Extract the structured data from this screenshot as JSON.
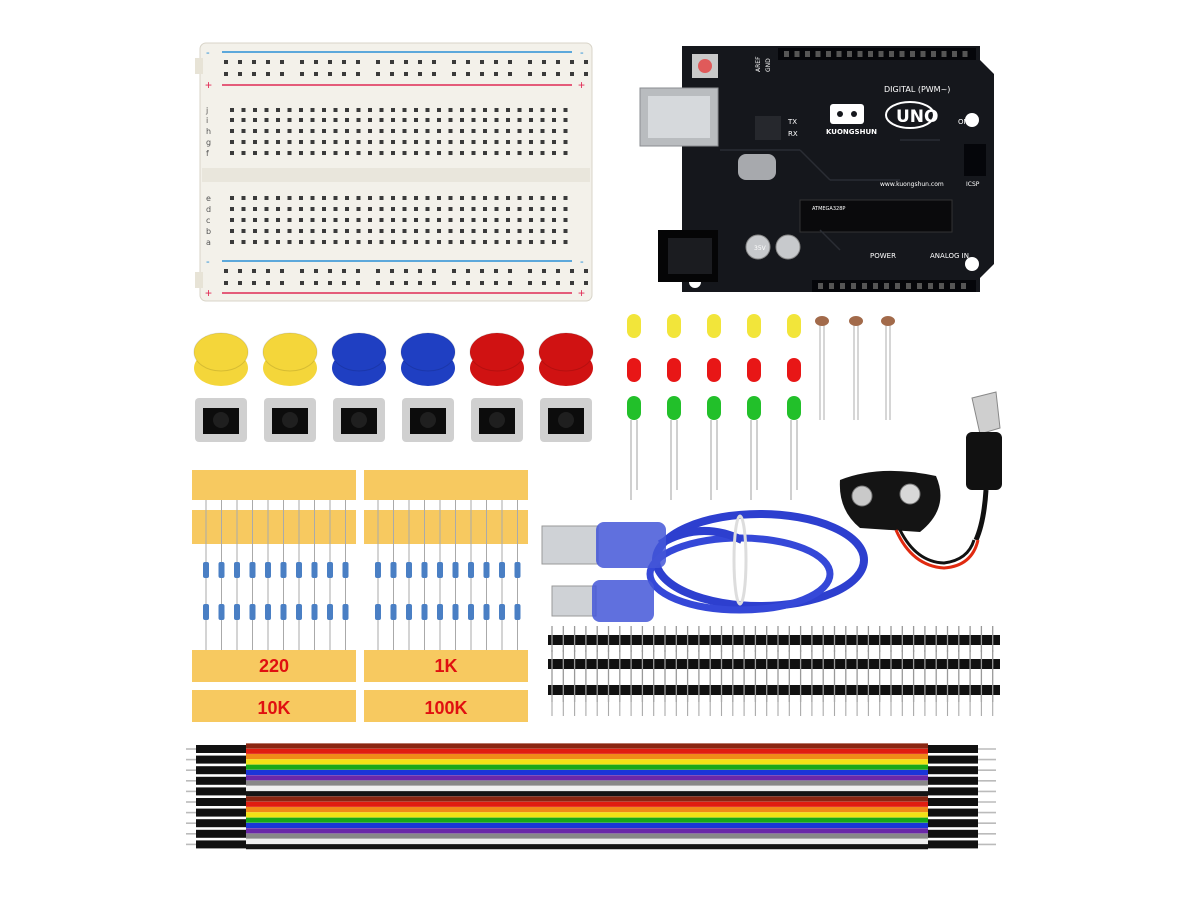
{
  "resistor_labels": [
    "220",
    "1K",
    "10K",
    "100K"
  ],
  "board": {
    "brand": "KUONGSHUN",
    "model": "UNO",
    "digital": "DIGITAL (PWM~)",
    "on": "ON",
    "tx": "TX",
    "rx": "RX",
    "icsp": "ICSP",
    "power": "POWER",
    "analog": "ANALOG IN",
    "website": "www.kuongshun.com",
    "aref": "AREF",
    "gnd": "GND",
    "chip": "ATMEGA328P",
    "cap": "35V"
  },
  "breadboard": {
    "row_letters_top": [
      "j",
      "i",
      "h",
      "g",
      "f"
    ],
    "row_letters_bottom": [
      "e",
      "d",
      "c",
      "b",
      "a"
    ],
    "columns": 30
  },
  "colors": {
    "breadboard": "#f3f1ea",
    "board": "#121419",
    "resistor_tape": "#f7c960",
    "label_red": "#e01010",
    "usb_blue": "#2d3fcf",
    "led_yellow": "#f2e53a",
    "led_red": "#e81616",
    "led_green": "#22c02a",
    "cap_yellow": "#f4d63a",
    "cap_blue": "#1f3fc2",
    "cap_red": "#d01212"
  }
}
